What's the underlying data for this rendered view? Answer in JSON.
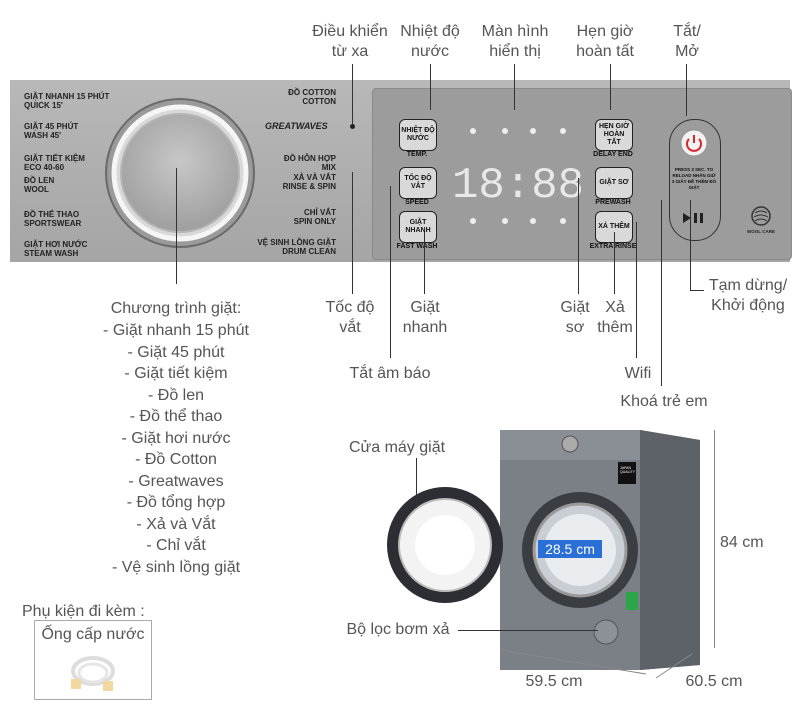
{
  "panel": {
    "left_programs": [
      {
        "vi": "GIẶT NHANH 15 PHÚT",
        "en": "QUICK 15'"
      },
      {
        "vi": "GIẶT 45 PHÚT",
        "en": "WASH 45'"
      },
      {
        "vi": "GIẶT TIẾT KIỆM",
        "en": "ECO 40-60"
      },
      {
        "vi": "ĐỒ LEN",
        "en": "WOOL"
      },
      {
        "vi": "ĐỒ THỂ THAO",
        "en": "SPORTSWEAR"
      },
      {
        "vi": "GIẶT HƠI NƯỚC",
        "en": "STEAM WASH"
      }
    ],
    "right_programs": [
      {
        "vi": "ĐỒ COTTON",
        "en": "COTTON"
      },
      {
        "vi": "ĐỒ HỖN HỢP",
        "en": "MIX"
      },
      {
        "vi": "XẢ VÀ VẮT",
        "en": "RINSE & SPIN"
      },
      {
        "vi": "CHỈ VẮT",
        "en": "SPIN ONLY"
      },
      {
        "vi": "VỆ SINH LỒNG GIẶT",
        "en": "DRUM CLEAN"
      }
    ],
    "brand": "GREATWAVES",
    "buttons": {
      "temp": {
        "vi": "NHIỆT ĐỘ NƯỚC",
        "en": "TEMP."
      },
      "speed": {
        "vi": "TỐC ĐỘ VẮT",
        "en": "SPEED"
      },
      "fast": {
        "vi": "GIẶT NHANH",
        "en": "FAST WASH"
      },
      "delay": {
        "vi": "HẸN GIỜ HOÀN TẤT",
        "en": "DELAY END"
      },
      "prewash": {
        "vi": "GIẶT SƠ",
        "en": "PREWASH"
      },
      "rinse": {
        "vi": "XẢ THÊM",
        "en": "EXTRA RINSE"
      }
    },
    "digits": "18:88",
    "power_note": "PRESS 3 SEC. TO RELOAD NHẤN GIỮ 3 GIÂY ĐỂ THÊM ĐỒ GIẶT",
    "wool_care": "WOOL CARE"
  },
  "callouts": {
    "remote": "Điều khiển\ntừ xa",
    "temp": "Nhiệt độ\nnước",
    "screen": "Màn hình\nhiển thị",
    "delay": "Hẹn giờ\nhoàn tất",
    "onoff": "Tắt/\nMở",
    "pause": "Tạm dừng/\nKhởi động",
    "speed": "Tốc độ\nvắt",
    "fast": "Giặt\nnhanh",
    "mute": "Tắt âm báo",
    "prewash": "Giặt\nsơ",
    "rinse": "Xả\nthêm",
    "wifi": "Wifi",
    "childlock": "Khoá trẻ em",
    "door": "Cửa máy giặt",
    "filter": "Bộ lọc bơm xả"
  },
  "programs_title": "Chương trình giặt:",
  "programs": [
    "- Giặt nhanh 15 phút",
    "- Giặt 45 phút",
    "- Giặt tiết kiệm",
    "- Đồ len",
    "- Đồ thể thao",
    "- Giặt hơi nước",
    "- Đồ Cotton",
    "- Greatwaves",
    "- Đồ tổng hợp",
    "- Xả và Vắt",
    "- Chỉ vắt",
    "- Vệ sinh lồng giặt"
  ],
  "accessory_title": "Phụ kiện đi kèm :",
  "accessory_item": "Ống cấp nước",
  "dimensions": {
    "height": "84 cm",
    "width": "59.5 cm",
    "depth": "60.5 cm",
    "drum": "28.5 cm"
  },
  "machine_labels": {
    "badge": "JAPAN QUALITY"
  },
  "colors": {
    "panel": "#a9a9a9",
    "text": "#555555",
    "drum_label_bg": "#2a6fd6"
  }
}
